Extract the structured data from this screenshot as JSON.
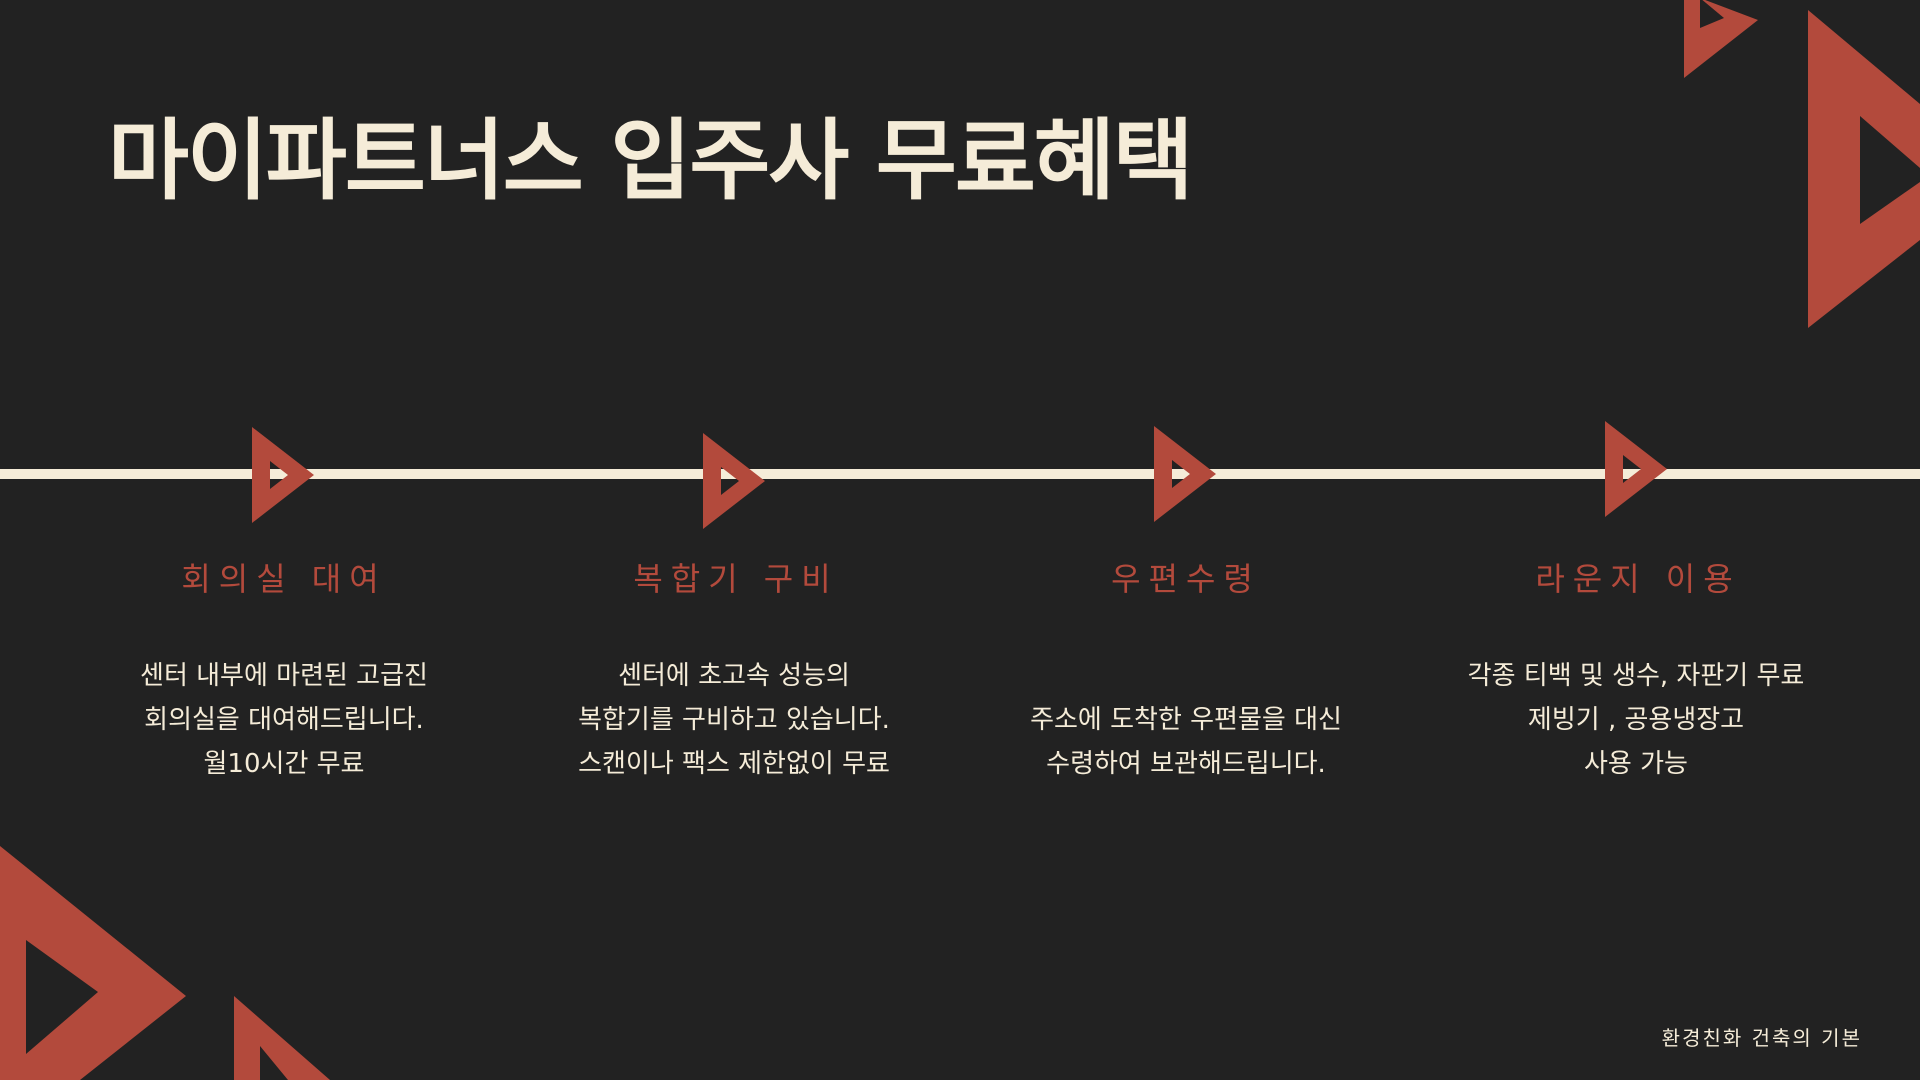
{
  "slide": {
    "title": "마이파트너스 입주사 무료혜택",
    "footer": "환경친화 건축의 기본"
  },
  "colors": {
    "background": "#222222",
    "accent": "#b34a3c",
    "text": "#f5ecd8"
  },
  "icons": {
    "timeline_marker": "play-triangle-icon",
    "decoration": "triangle-outline-icon"
  },
  "items": [
    {
      "heading": "회의실 대여",
      "lines": [
        "센터 내부에 마련된 고급진",
        "회의실을 대여해드립니다.",
        "월10시간 무료"
      ]
    },
    {
      "heading": "복합기 구비",
      "lines": [
        "센터에 초고속 성능의",
        "복합기를 구비하고 있습니다.",
        "스캔이나 팩스 제한없이 무료"
      ]
    },
    {
      "heading": "우편수령",
      "lines": [
        "",
        "주소에 도착한 우편물을 대신",
        "수령하여 보관해드립니다."
      ]
    },
    {
      "heading": "라운지 이용",
      "lines": [
        "각종 티백 및 생수, 자판기 무료",
        "제빙기 , 공용냉장고",
        "사용 가능"
      ]
    }
  ]
}
